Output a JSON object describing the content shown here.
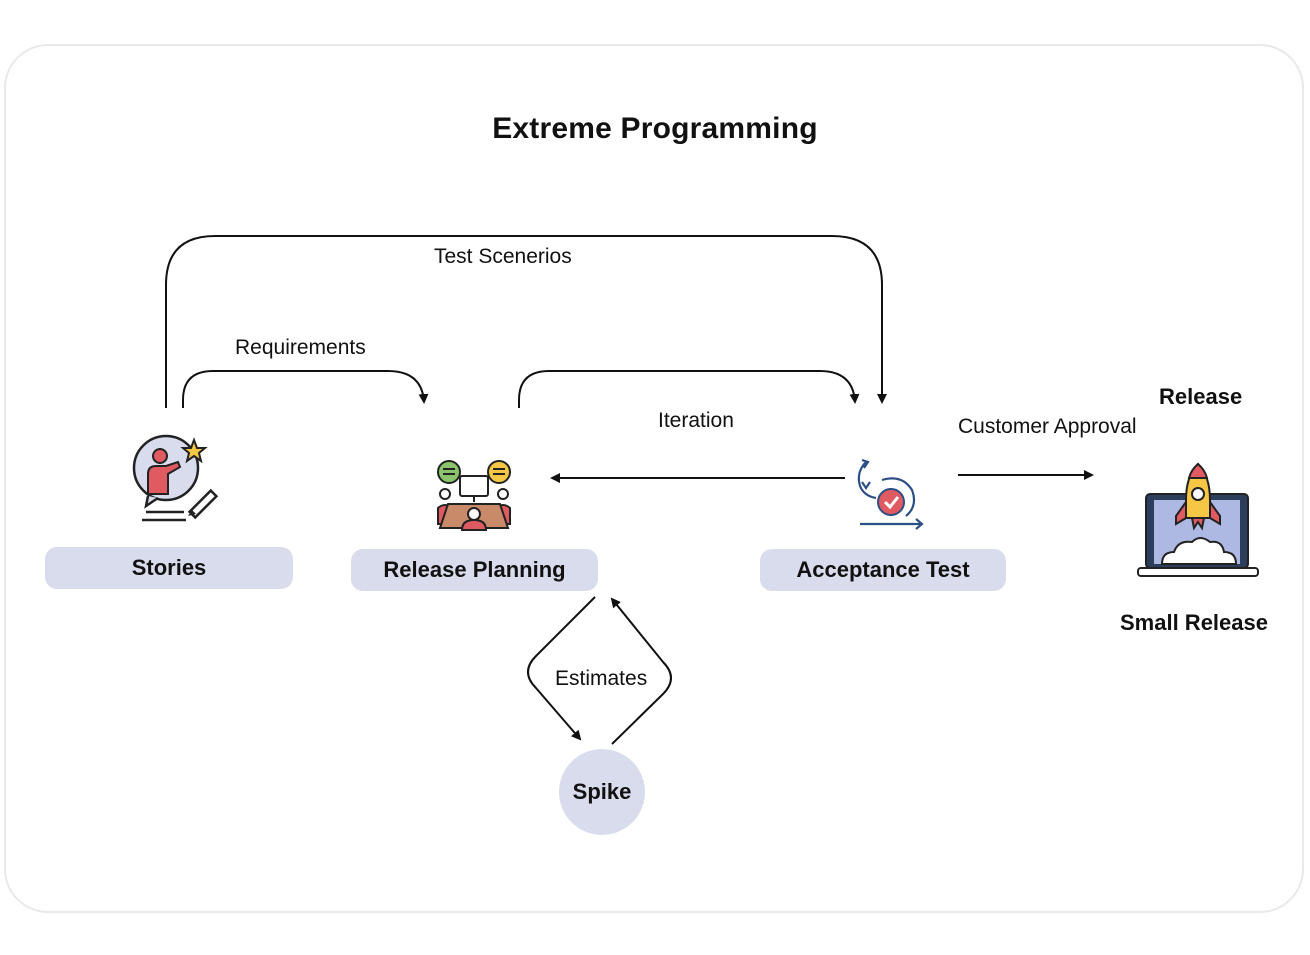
{
  "title": "Extreme Programming",
  "nodes": {
    "stories": "Stories",
    "release_planning": "Release Planning",
    "acceptance_test": "Acceptance Test",
    "spike": "Spike",
    "release": "Release",
    "small_release": "Small Release"
  },
  "edges": {
    "test_scenarios": "Test Scenerios",
    "requirements": "Requirements",
    "iteration": "Iteration",
    "customer_approval": "Customer Approval",
    "estimates": "Estimates"
  },
  "icons": {
    "stories": "presenter-with-pencil-icon",
    "release_planning": "team-meeting-icon",
    "acceptance_test": "cycle-check-icon",
    "small_release": "rocket-laptop-icon"
  },
  "colors": {
    "node_fill": "#d9dcec",
    "line": "#111111",
    "card_border": "#e9e9ec"
  }
}
